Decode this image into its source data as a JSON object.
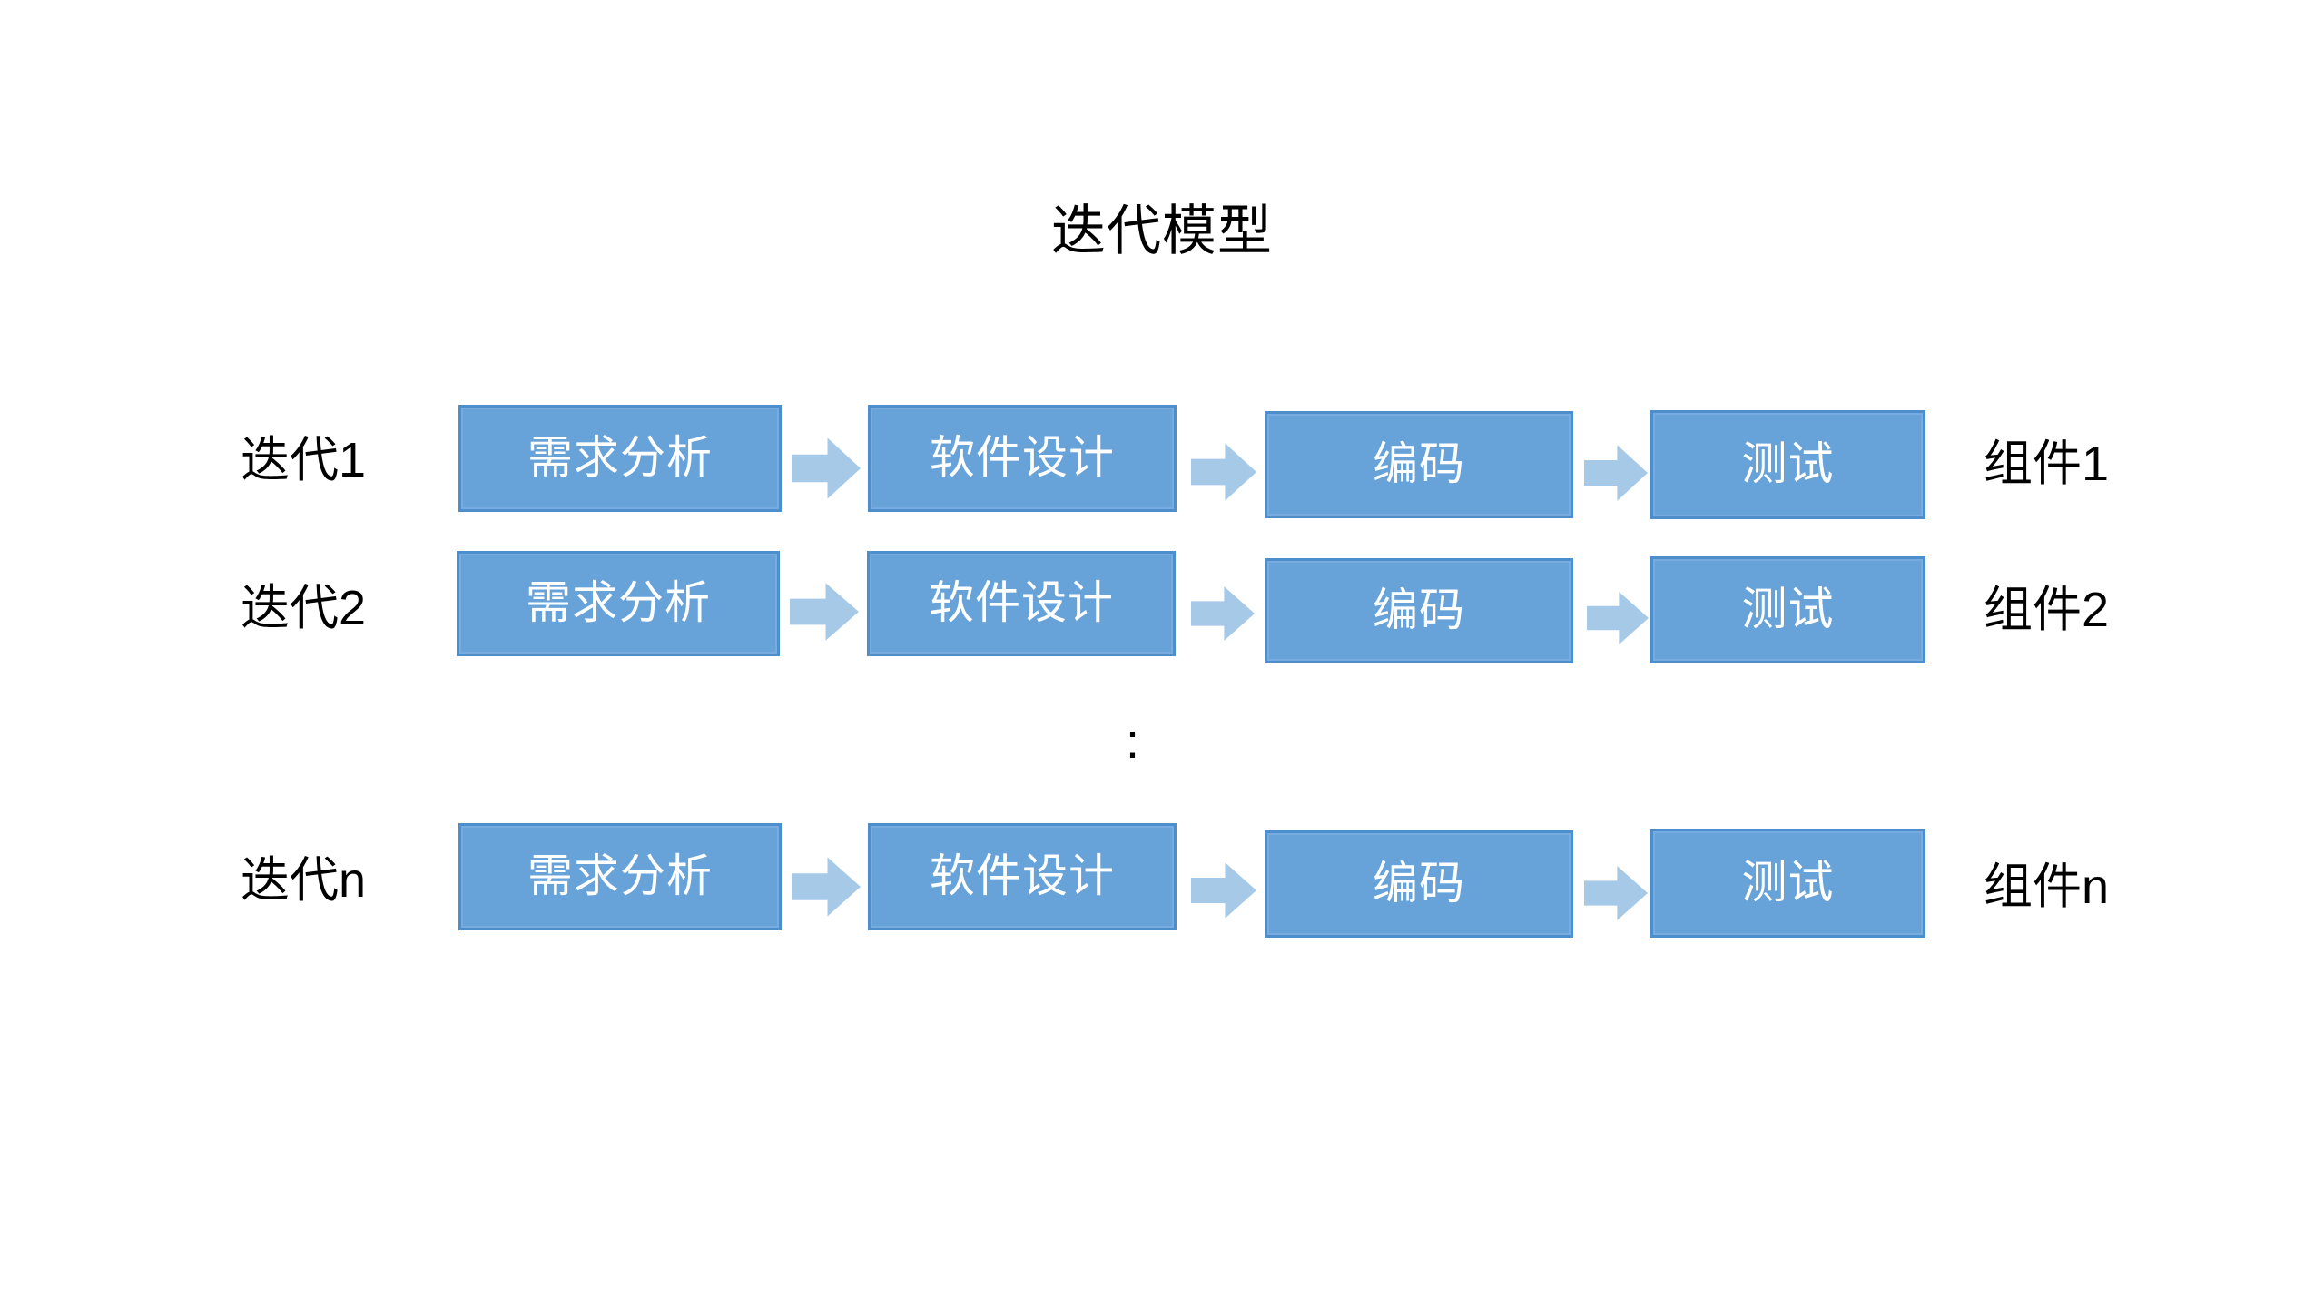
{
  "slide": {
    "title": "迭代模型",
    "background_color": "#ffffff",
    "box_fill_color": "#67a2d9",
    "box_border_color": "#4d8fcc",
    "box_text_color": "#ffffff",
    "arrow_color": "#a7c9e8",
    "label_text_color": "#000000",
    "ellipsis": ":"
  },
  "stages": {
    "requirements": "需求分析",
    "design": "软件设计",
    "coding": "编码",
    "testing": "测试"
  },
  "rows": [
    {
      "left_label": "迭代1",
      "right_label": "组件1",
      "boxes": [
        {
          "label": "需求分析"
        },
        {
          "label": "软件设计"
        },
        {
          "label": "编码"
        },
        {
          "label": "测试"
        }
      ]
    },
    {
      "left_label": "迭代2",
      "right_label": "组件2",
      "boxes": [
        {
          "label": "需求分析"
        },
        {
          "label": "软件设计"
        },
        {
          "label": "编码"
        },
        {
          "label": "测试"
        }
      ]
    },
    {
      "left_label": "迭代n",
      "right_label": "组件n",
      "boxes": [
        {
          "label": "需求分析"
        },
        {
          "label": "软件设计"
        },
        {
          "label": "编码"
        },
        {
          "label": "测试"
        }
      ]
    }
  ],
  "icons": {
    "arrow": "right-block-arrow-icon"
  }
}
